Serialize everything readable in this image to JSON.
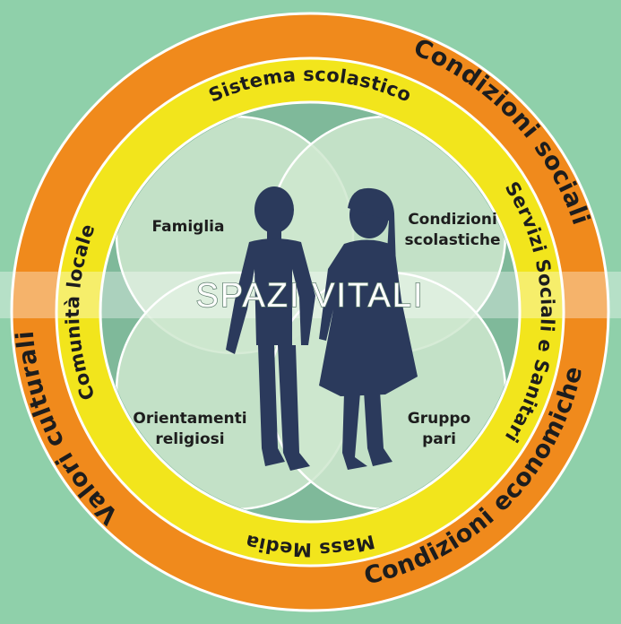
{
  "diagram": {
    "center_title": "SPAZI VITALI",
    "outer_ring": {
      "top_right": "Condizioni sociali",
      "left": "Valori culturali",
      "bottom_right": "Condizioni economiche"
    },
    "middle_ring": {
      "top": "Sistema scolastico",
      "left": "Comunità locale",
      "right": "Servizi Sociali e Sanitari",
      "bottom": "Mass Media"
    },
    "petals": {
      "top_left": [
        "Famiglia"
      ],
      "top_right": [
        "Condizioni",
        "scolastiche"
      ],
      "bottom_left": [
        "Orientamenti",
        "religiosi"
      ],
      "bottom_right": [
        "Gruppo",
        "pari"
      ]
    },
    "colors": {
      "background": "#8fd0aa",
      "outer_ring": "#f08a1c",
      "middle_ring": "#f2e51c",
      "petal_fill": "#cfe8cf",
      "figure": "#2b3a5c"
    }
  }
}
